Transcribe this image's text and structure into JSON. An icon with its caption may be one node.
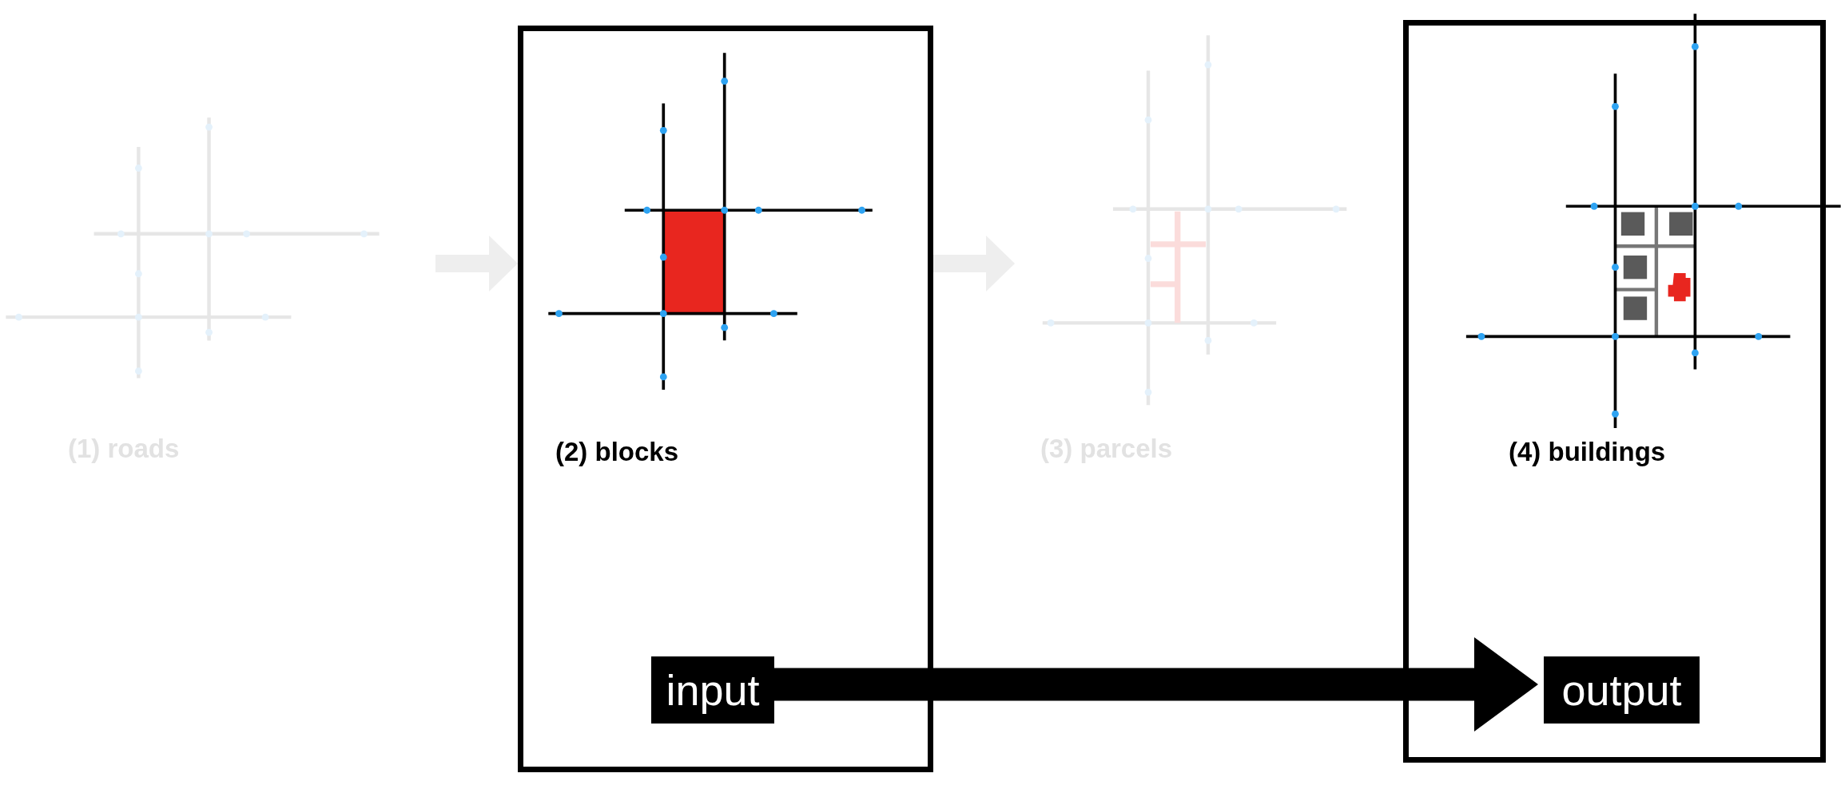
{
  "diagram": {
    "nodes": [
      {
        "text": [
          "(1) roads"
        ]
      },
      {
        "text": [
          "(2) blocks"
        ]
      },
      {
        "text": [
          "(3) parcels"
        ]
      },
      {
        "text": [
          "(4) buildings"
        ]
      },
      {
        "text": [
          "input"
        ],
        "in": 1
      },
      {
        "text": [
          "output"
        ],
        "in": 3
      }
    ],
    "edges": [
      {
        "from": 0,
        "to": 1,
        "arrow": "to"
      },
      {
        "from": 1,
        "to": 2,
        "arrow": "to"
      },
      {
        "from": 4,
        "to": 5,
        "arrow": "to",
        "style": "thick",
        "color": "#000000"
      }
    ]
  }
}
